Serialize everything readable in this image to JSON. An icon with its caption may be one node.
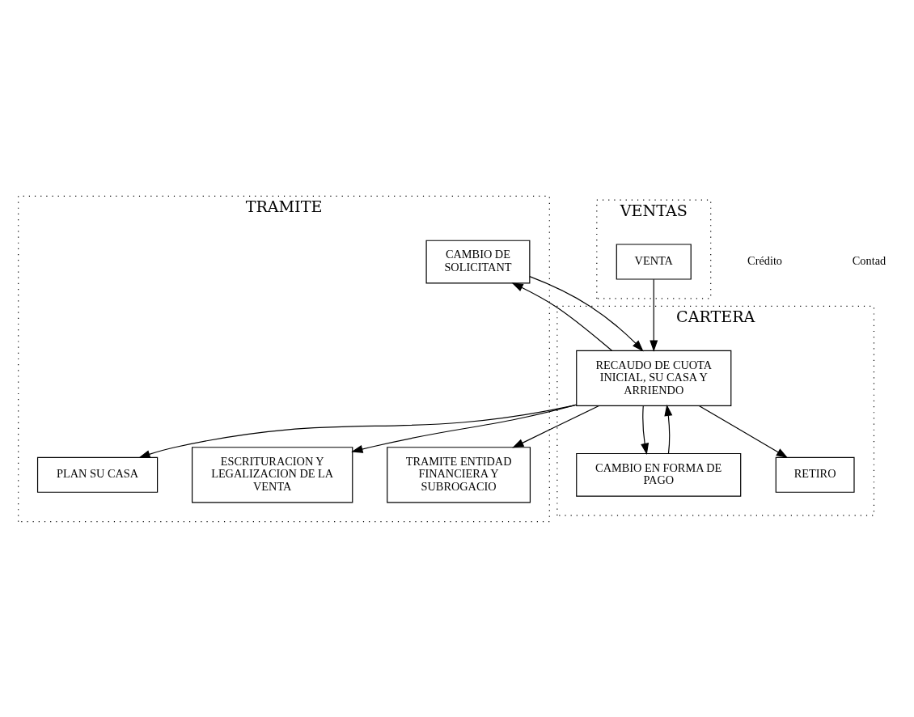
{
  "diagram": {
    "nodes": [
      {
        "text": [
          "TRAMITE"
        ]
      },
      {
        "text": [
          "VENTAS"
        ]
      },
      {
        "text": [
          "CARTERA"
        ]
      },
      {
        "text": [
          "VENTA"
        ],
        "in": 1
      },
      {
        "text": [
          "CAMBIO DE SOLICITANT"
        ],
        "in": 0
      },
      {
        "text": [
          "RECAUDO DE CUOTA INICIAL, SU CASA Y ARRIENDO"
        ],
        "in": 2
      },
      {
        "text": [
          "CAMBIO EN FORMA DE PAGO"
        ],
        "in": 2
      },
      {
        "text": [
          "TRAMITE ENTIDAD FINANCIERA Y SUBROGACIO"
        ],
        "in": 0
      },
      {
        "text": [
          "ESCRITURACION Y LEGALIZACION DE LA VENTA"
        ],
        "in": 0
      },
      {
        "text": [
          "RETIRO"
        ],
        "in": 2
      },
      {
        "text": [
          "PLAN SU CASA"
        ],
        "in": 0
      }
    ],
    "edges": [
      {
        "from": 3,
        "to": 5,
        "arrow": "to"
      },
      {
        "from": 5,
        "to": 4,
        "arrow": "to"
      },
      {
        "from": 4,
        "to": 5,
        "arrow": "to"
      },
      {
        "from": 5,
        "to": 6,
        "arrow": "to"
      },
      {
        "from": 6,
        "to": 5,
        "arrow": "to"
      },
      {
        "from": 5,
        "to": 7,
        "arrow": "to"
      },
      {
        "from": 5,
        "to": 8,
        "arrow": "to"
      },
      {
        "from": 5,
        "to": 10,
        "arrow": "to"
      },
      {
        "from": 5,
        "to": 9,
        "arrow": "to"
      }
    ],
    "labels": [
      "Crédito",
      "Contad"
    ]
  }
}
